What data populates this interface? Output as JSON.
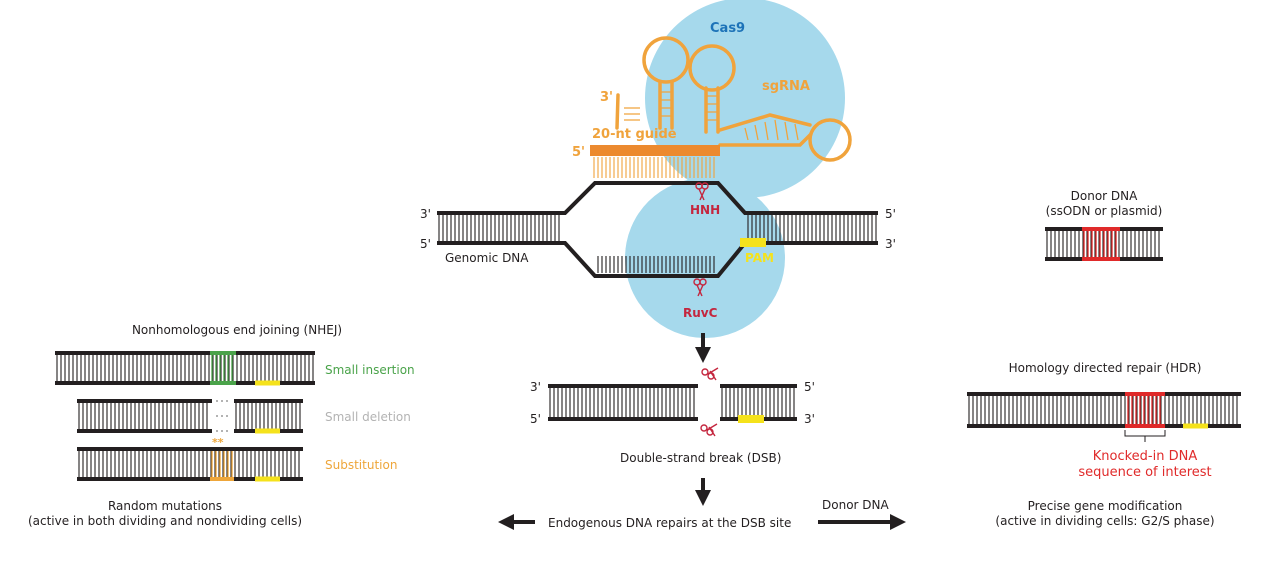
{
  "colors": {
    "strand": "#231f20",
    "cas9": "#a6d9ec",
    "sgrna": "#f0a33c",
    "guide_bar": "#ec8a2f",
    "cas9_label": "#1d73b8",
    "nuclease": "#c4263e",
    "pam": "#f5e21b",
    "insertion": "#4aa34a",
    "deletion": "#b3b3b3",
    "substitution": "#eea63a",
    "knockin": "#e02a2a"
  },
  "top": {
    "cas9": "Cas9",
    "sgrna": "sgRNA",
    "guide": "20-nt guide",
    "guide_5p": "5'",
    "rna_3p": "3'",
    "hnh": "HNH",
    "ruvc": "RuvC",
    "pam": "PAM",
    "genomic_dna": "Genomic DNA",
    "left_top": "3'",
    "left_bottom": "5'",
    "right_top": "5'",
    "right_bottom": "3'"
  },
  "dsb": {
    "left_top": "3'",
    "left_bottom": "5'",
    "right_top": "5'",
    "right_bottom": "3'",
    "caption": "Double-strand break (DSB)"
  },
  "repair": {
    "endogenous": "Endogenous DNA repairs at the DSB site",
    "donor_arrow": "Donor DNA"
  },
  "nhej": {
    "title": "Nonhomologous end joining (NHEJ)",
    "insertion": "Small insertion",
    "deletion": "Small deletion",
    "substitution": "Substitution",
    "caption_line1": "Random mutations",
    "caption_line2": "(active in both dividing and nondividing cells)"
  },
  "donor": {
    "title_line1": "Donor DNA",
    "title_line2": "(ssODN or plasmid)"
  },
  "hdr": {
    "title": "Homology directed repair (HDR)",
    "knockin_line1": "Knocked-in DNA",
    "knockin_line2": "sequence of interest",
    "caption_line1": "Precise gene modification",
    "caption_line2": "(active in dividing cells: G2/S phase)"
  }
}
